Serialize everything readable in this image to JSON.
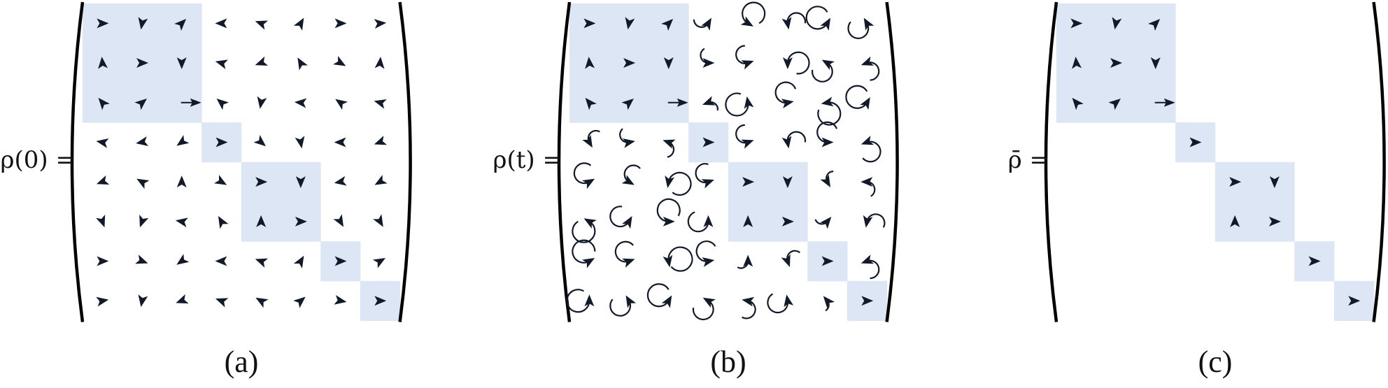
{
  "colors": {
    "block": "#dde6f4",
    "arrow": "#121a2a",
    "bracket": "#000000"
  },
  "blocks": [
    [
      0,
      3
    ],
    [
      3,
      1
    ],
    [
      4,
      2
    ],
    [
      6,
      1
    ],
    [
      7,
      1
    ]
  ],
  "long_arrow_cell": [
    2,
    2
  ],
  "panels": [
    {
      "label": "ρ(0) =",
      "caption": "(a)",
      "show_offdiag": true,
      "angles": [
        [
          0,
          -100,
          45,
          180,
          160,
          60,
          0,
          5
        ],
        [
          95,
          0,
          -90,
          165,
          200,
          120,
          -30,
          85
        ],
        [
          130,
          40,
          0,
          140,
          -100,
          175,
          145,
          165
        ],
        [
          170,
          190,
          215,
          0,
          -40,
          -80,
          180,
          200
        ],
        [
          200,
          150,
          90,
          -30,
          0,
          -90,
          190,
          210
        ],
        [
          -70,
          -110,
          170,
          120,
          90,
          0,
          -60,
          -60
        ],
        [
          0,
          -20,
          215,
          180,
          160,
          60,
          0,
          30
        ],
        [
          10,
          -100,
          200,
          160,
          150,
          40,
          -10,
          0
        ]
      ],
      "winding": null
    },
    {
      "label": "ρ(t) =",
      "caption": "(b)",
      "show_offdiag": true,
      "angles": [
        [
          0,
          -100,
          45,
          60,
          -30,
          -80,
          60,
          120
        ],
        [
          95,
          0,
          -90,
          0,
          20,
          -90,
          150,
          200
        ],
        [
          130,
          40,
          0,
          200,
          100,
          10,
          190,
          60
        ],
        [
          -60,
          10,
          160,
          0,
          20,
          -80,
          0,
          200
        ],
        [
          30,
          -30,
          -100,
          20,
          0,
          -90,
          -60,
          180
        ],
        [
          150,
          60,
          0,
          90,
          90,
          0,
          50,
          -100
        ],
        [
          30,
          20,
          -80,
          10,
          90,
          -70,
          0,
          200
        ],
        [
          90,
          120,
          60,
          150,
          170,
          100,
          130,
          0
        ]
      ],
      "winding": [
        [
          0,
          0,
          0,
          150,
          300,
          200,
          300,
          250
        ],
        [
          0,
          0,
          0,
          150,
          200,
          280,
          250,
          200
        ],
        [
          0,
          0,
          0,
          120,
          300,
          260,
          300,
          300
        ],
        [
          150,
          150,
          150,
          0,
          200,
          200,
          250,
          250
        ],
        [
          250,
          200,
          300,
          220,
          0,
          0,
          120,
          150
        ],
        [
          300,
          250,
          300,
          250,
          0,
          0,
          120,
          200
        ],
        [
          300,
          250,
          330,
          250,
          120,
          150,
          0,
          200
        ],
        [
          300,
          250,
          300,
          250,
          200,
          250,
          100,
          0
        ]
      ]
    },
    {
      "label": "ρ̄ =",
      "caption": "(c)",
      "show_offdiag": false,
      "angles": [
        [
          0,
          -100,
          45,
          0,
          0,
          0,
          0,
          0
        ],
        [
          95,
          0,
          -90,
          0,
          0,
          0,
          0,
          0
        ],
        [
          130,
          40,
          0,
          0,
          0,
          0,
          0,
          0
        ],
        [
          0,
          0,
          0,
          0,
          0,
          0,
          0,
          0
        ],
        [
          0,
          0,
          0,
          0,
          0,
          -90,
          0,
          0
        ],
        [
          0,
          0,
          0,
          0,
          90,
          0,
          0,
          0
        ],
        [
          0,
          0,
          0,
          0,
          0,
          0,
          0,
          0
        ],
        [
          0,
          0,
          0,
          0,
          0,
          0,
          0,
          0
        ]
      ],
      "winding": null
    }
  ]
}
